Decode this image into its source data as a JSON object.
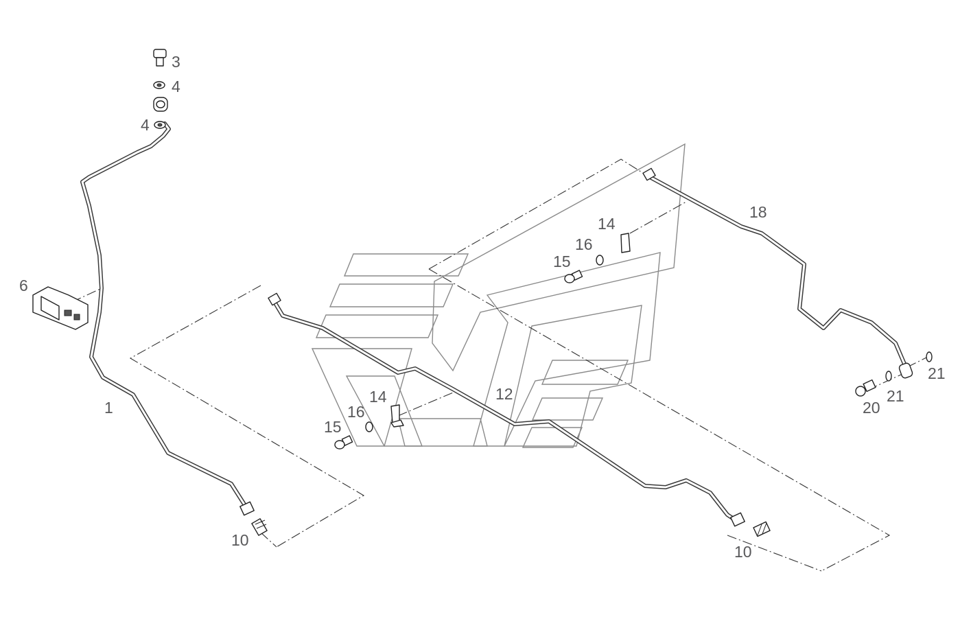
{
  "diagram": {
    "callouts": [
      {
        "id": "c-3",
        "text": "3"
      },
      {
        "id": "c-4a",
        "text": "4"
      },
      {
        "id": "c-4b",
        "text": "4"
      },
      {
        "id": "c-6",
        "text": "6"
      },
      {
        "id": "c-1",
        "text": "1"
      },
      {
        "id": "c-10a",
        "text": "10"
      },
      {
        "id": "c-14a",
        "text": "14"
      },
      {
        "id": "c-16a",
        "text": "16"
      },
      {
        "id": "c-15a",
        "text": "15"
      },
      {
        "id": "c-12",
        "text": "12"
      },
      {
        "id": "c-10b",
        "text": "10"
      },
      {
        "id": "c-14b",
        "text": "14"
      },
      {
        "id": "c-16b",
        "text": "16"
      },
      {
        "id": "c-15b",
        "text": "15"
      },
      {
        "id": "c-18",
        "text": "18"
      },
      {
        "id": "c-21a",
        "text": "21"
      },
      {
        "id": "c-21b",
        "text": "21"
      },
      {
        "id": "c-20",
        "text": "20"
      }
    ]
  }
}
